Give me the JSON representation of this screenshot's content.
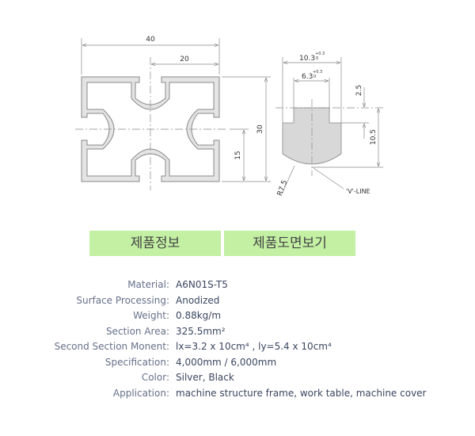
{
  "drawing": {
    "profile_dims": {
      "width": "40",
      "half_width": "20",
      "height": "30",
      "half_height": "15"
    },
    "slot_dims": {
      "outer_width": "10.3",
      "outer_tol_upper": "+0.3",
      "outer_tol_lower": "0",
      "inner_width": "6.3",
      "inner_tol_upper": "+0.3",
      "inner_tol_lower": "0",
      "lip": "2.5",
      "depth": "10.5",
      "radius": "R7.5",
      "v_line": "'V'-LINE"
    }
  },
  "tabs": [
    {
      "label": "제품정보"
    },
    {
      "label": "제품도면보기"
    }
  ],
  "specs": [
    {
      "label": "Material:",
      "value": "A6N01S-T5"
    },
    {
      "label": "Surface Processing:",
      "value": "Anodized"
    },
    {
      "label": "Weight:",
      "value": "0.88kg/m"
    },
    {
      "label": "Section Area:",
      "value": "325.5mm²"
    },
    {
      "label": "Second Section Monent:",
      "value": "lx=3.2 x 10cm⁴  , ly=5.4 x 10cm⁴"
    },
    {
      "label": "Specification:",
      "value": "4,000mm / 6,000mm"
    },
    {
      "label": "Color:",
      "value": "Silver, Black"
    },
    {
      "label": "Application:",
      "value": "machine structure frame, work table, machine cover"
    }
  ]
}
